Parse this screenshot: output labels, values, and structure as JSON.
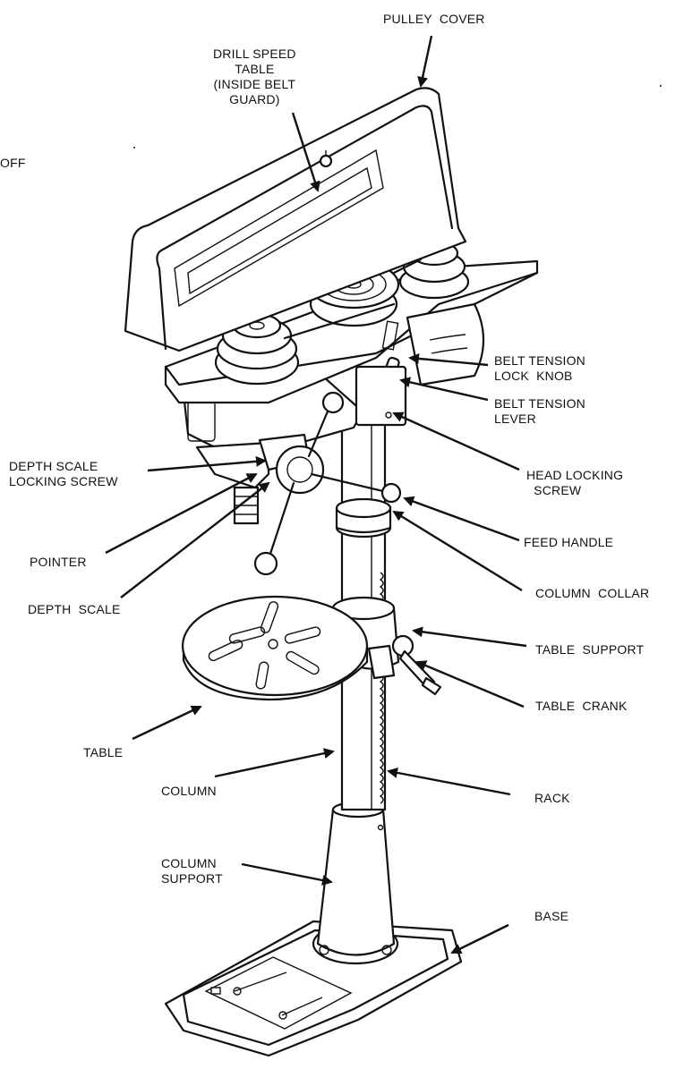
{
  "labels": {
    "pulley_cover": "PULLEY  COVER",
    "drill_speed_table": "DRILL SPEED\nTABLE\n(INSIDE BELT\nGUARD)",
    "off": "OFF",
    "belt_tension_lock_knob": "BELT TENSION\nLOCK  KNOB",
    "belt_tension_lever": "BELT TENSION\nLEVER",
    "depth_scale_locking_screw": "DEPTH SCALE\nLOCKING SCREW",
    "head_locking_screw": "HEAD LOCKING\n  SCREW",
    "feed_handle": "FEED HANDLE",
    "pointer": "POINTER",
    "column_collar": "COLUMN  COLLAR",
    "depth_scale": "DEPTH  SCALE",
    "table_support": "TABLE  SUPPORT",
    "table_crank": "TABLE  CRANK",
    "table": "TABLE",
    "column": "COLUMN",
    "rack": "RACK",
    "column_support": "COLUMN\nSUPPORT",
    "base": "BASE"
  }
}
